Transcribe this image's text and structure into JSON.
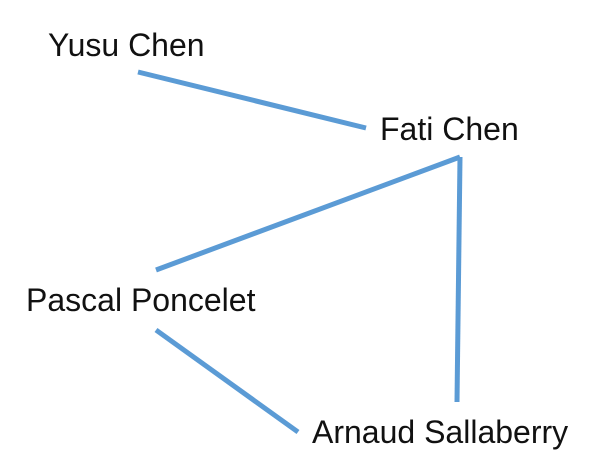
{
  "nodes": [
    {
      "id": "yusu",
      "label": "Yusu Chen"
    },
    {
      "id": "fati",
      "label": "Fati Chen"
    },
    {
      "id": "pascal",
      "label": "Pascal Poncelet"
    },
    {
      "id": "arnaud",
      "label": "Arnaud Sallaberry"
    }
  ],
  "edges": [
    {
      "from": "yusu",
      "to": "fati"
    },
    {
      "from": "fati",
      "to": "pascal"
    },
    {
      "from": "fati",
      "to": "arnaud"
    },
    {
      "from": "pascal",
      "to": "arnaud"
    }
  ],
  "colors": {
    "edge": "#5b9bd5",
    "label": "#111111"
  }
}
